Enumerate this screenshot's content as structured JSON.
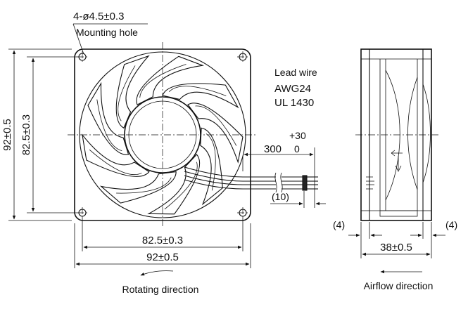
{
  "front_view": {
    "hole_spec": "4-ø4.5±0.3",
    "hole_label": "Mounting hole",
    "dim_height_overall": "92±0.5",
    "dim_height_pitch": "82.5±0.3",
    "dim_width_pitch": "82.5±0.3",
    "dim_width_overall": "92±0.5",
    "rotation_label": "Rotating direction"
  },
  "lead_wire": {
    "title": "Lead wire",
    "gauge": "AWG24",
    "standard": "UL 1430",
    "tol_plus": "+30",
    "length": "300",
    "tol_minus": "0",
    "strip_length": "(10)"
  },
  "side_view": {
    "flange_left": "(4)",
    "flange_right": "(4)",
    "depth": "38±0.5",
    "airflow_label": "Airflow direction"
  }
}
